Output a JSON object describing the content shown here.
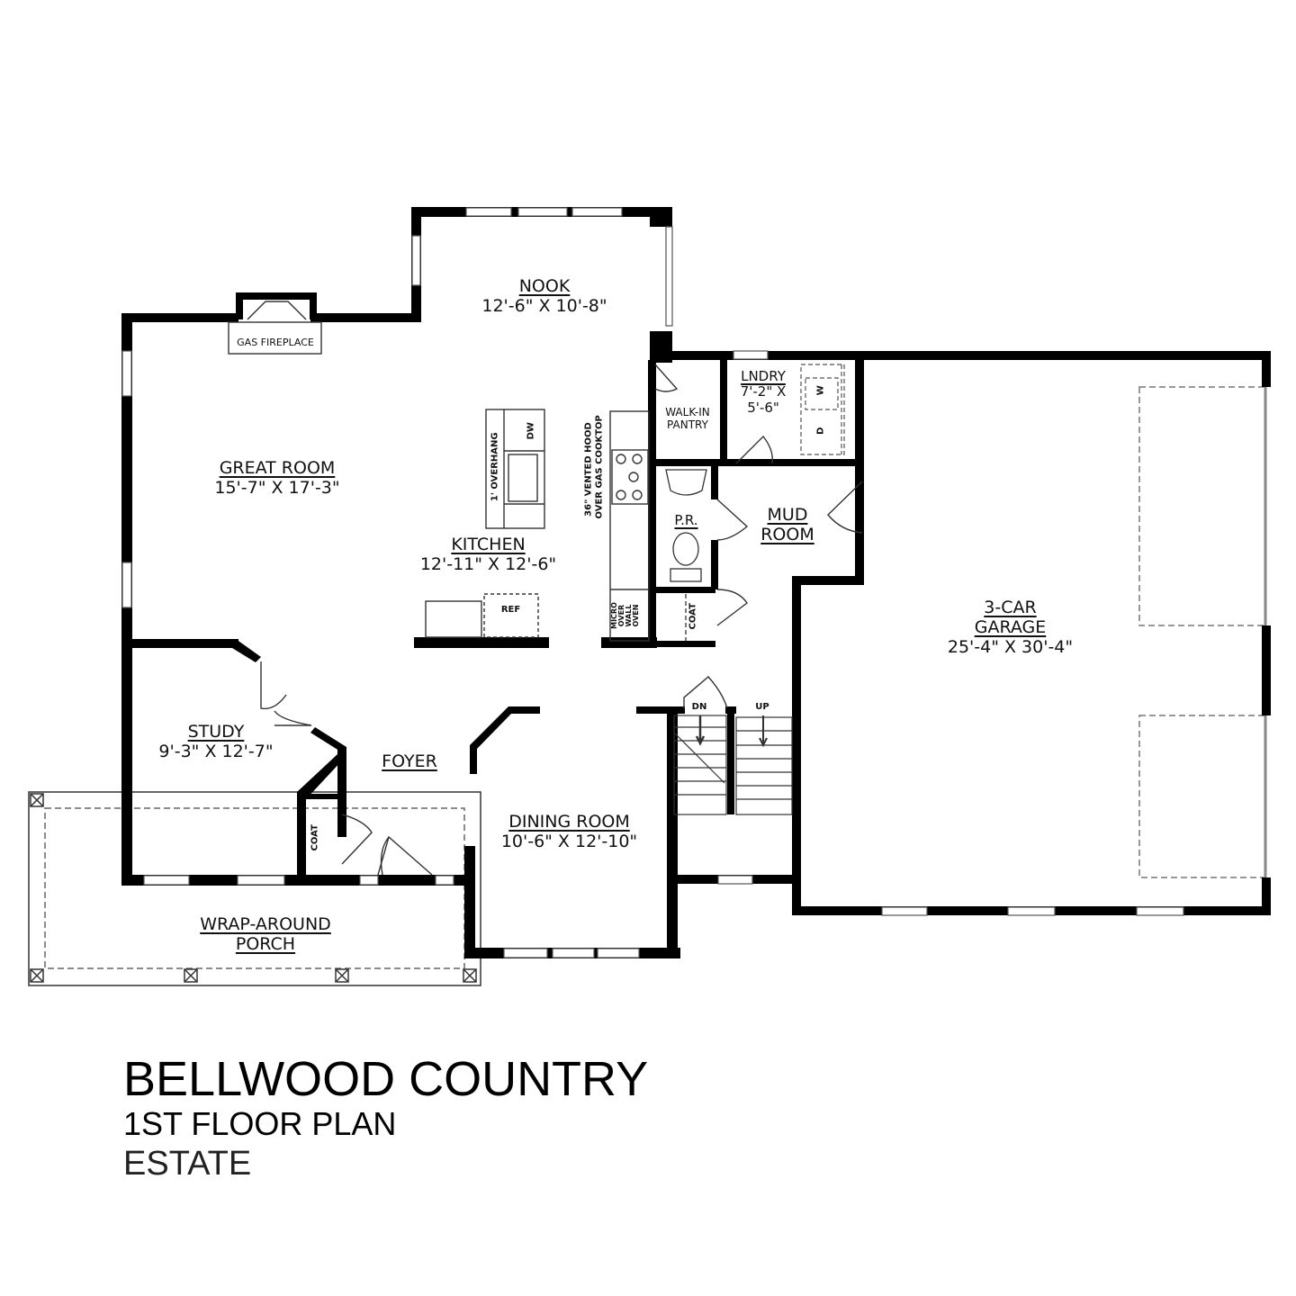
{
  "plan": {
    "name": "BELLWOOD COUNTRY",
    "floor": "1ST FLOOR PLAN",
    "elevation": "ESTATE"
  },
  "colors": {
    "wall": "#000000",
    "background": "#ffffff",
    "fixture": "#333333"
  },
  "rooms": {
    "nook": {
      "name": "NOOK",
      "size": "12'-6\" X 10'-8\""
    },
    "great_room": {
      "name": "GREAT ROOM",
      "size": "15'-7\" X 17'-3\""
    },
    "kitchen": {
      "name": "KITCHEN",
      "size": "12'-11\" X 12'-6\""
    },
    "study": {
      "name": "STUDY",
      "size": "9'-3\" X 12'-7\""
    },
    "foyer": {
      "name": "FOYER"
    },
    "dining": {
      "name": "DINING ROOM",
      "size": "10'-6\" X 12'-10\""
    },
    "porch": {
      "name_line1": "WRAP-AROUND",
      "name_line2": "PORCH"
    },
    "laundry": {
      "name": "LNDRY",
      "size_line1": "7'-2\" X",
      "size_line2": "5'-6\""
    },
    "pantry": {
      "line1": "WALK-IN",
      "line2": "PANTRY"
    },
    "powder": {
      "name": "P.R."
    },
    "mud": {
      "line1": "MUD",
      "line2": "ROOM"
    },
    "garage": {
      "line1": "3-CAR",
      "line2": "GARAGE",
      "size": "25'-4\" X 30'-4\""
    }
  },
  "fixtures": {
    "fireplace": "GAS FIREPLACE",
    "overhang": "1' OVERHANG",
    "dishwasher": "DW",
    "hood_line1": "36\" VENTED HOOD",
    "hood_line2": "OVER GAS COOKTOP",
    "ref": "REF",
    "micro_line1": "MICRO",
    "micro_line2": "OVER",
    "micro_line3": "WALL",
    "micro_line4": "OVEN",
    "coat_mud": "COAT",
    "coat_foyer": "COAT",
    "washer": "W",
    "dryer": "D",
    "stairs_down": "DN",
    "stairs_up": "UP"
  }
}
